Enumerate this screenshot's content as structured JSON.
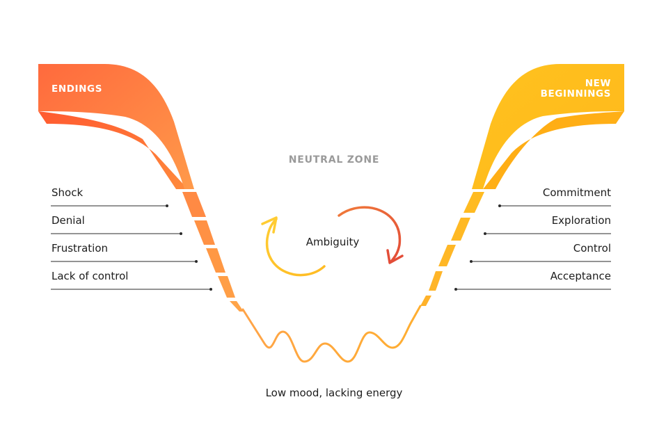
{
  "diagram": {
    "left_banner": "ENDINGS",
    "right_banner_line1": "NEW",
    "right_banner_line2": "BEGINNINGS",
    "center_title": "NEUTRAL ZONE",
    "cycle_label": "Ambiguity",
    "bottom_label": "Low mood, lacking energy",
    "left_stages": [
      "Shock",
      "Denial",
      "Frustration",
      "Lack of control"
    ],
    "right_stages": [
      "Commitment",
      "Exploration",
      "Control",
      "Acceptance"
    ]
  },
  "colors": {
    "endings": "#ff6a3d",
    "beginnings": "#ffb81c",
    "curve_mid": "#ffa53a",
    "cycle_yellow": "#ffcc33",
    "cycle_red": "#e8503a",
    "leader_line": "#2a2a2a",
    "center_title": "#9a9a9a"
  }
}
